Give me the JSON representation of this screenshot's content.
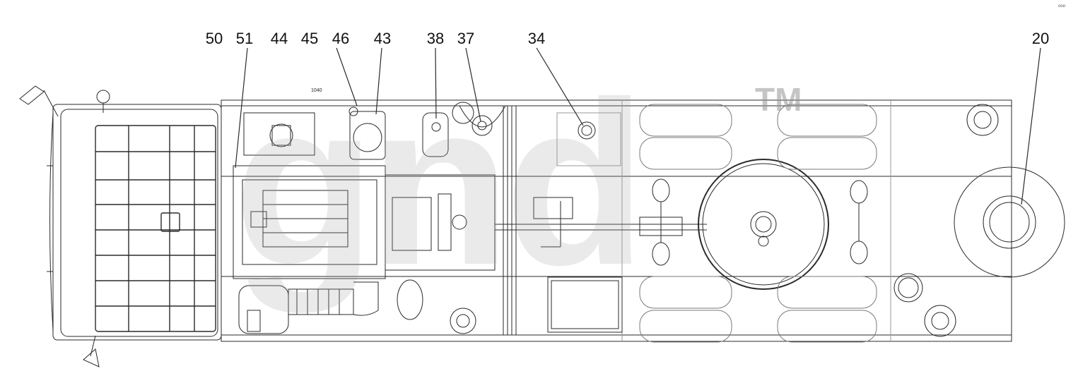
{
  "diagram": {
    "callouts": [
      {
        "id": "50",
        "label": "50"
      },
      {
        "id": "51",
        "label": "51"
      },
      {
        "id": "44",
        "label": "44"
      },
      {
        "id": "45",
        "label": "45"
      },
      {
        "id": "46",
        "label": "46"
      },
      {
        "id": "43",
        "label": "43"
      },
      {
        "id": "38",
        "label": "38"
      },
      {
        "id": "37",
        "label": "37"
      },
      {
        "id": "34",
        "label": "34"
      },
      {
        "id": "20",
        "label": "20"
      }
    ],
    "dimension_note": "1040",
    "watermark": "gnd",
    "trademark": "TM",
    "corner_mark": "ᵒᵒᵒ"
  },
  "colors": {
    "line": "#2a2a2a",
    "light_line": "#9a9a9a",
    "watermark": "#b0b0b0"
  }
}
